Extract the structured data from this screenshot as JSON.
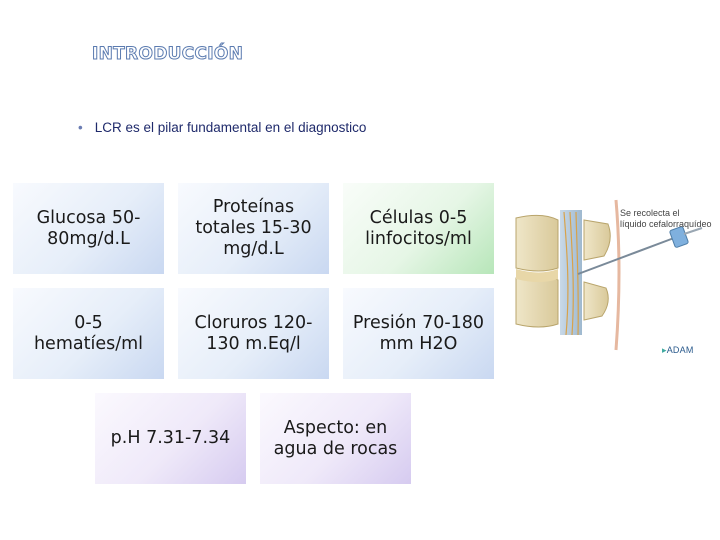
{
  "slide": {
    "title": "INTRODUCCIÓN",
    "bullet": "LCR  es el pilar fundamental en el diagnostico"
  },
  "boxes": {
    "glucosa": "Glucosa 50-80mg/d.L",
    "proteinas": "Proteínas totales 15-30 mg/d.L",
    "celulas": "Células 0-5 linfocitos/ml",
    "hematies": "0-5 hematíes/ml",
    "cloruros": "Cloruros 120-130 m.Eq/l",
    "presion": "Presión 70-180 mm H2O",
    "ph": "p.H 7.31-7.34",
    "aspecto": "Aspecto: en agua de rocas"
  },
  "figure": {
    "caption_line1": "Se recolecta el",
    "caption_line2": "líquido cefalorraquídeo",
    "logo": "ADAM"
  },
  "colors": {
    "blue_box": "#c9d8f1",
    "green_box": "#b7e6b9",
    "purple_box": "#d6cbf0",
    "title_outline": "#5b7bb0",
    "bullet_text": "#1f2a6b"
  }
}
